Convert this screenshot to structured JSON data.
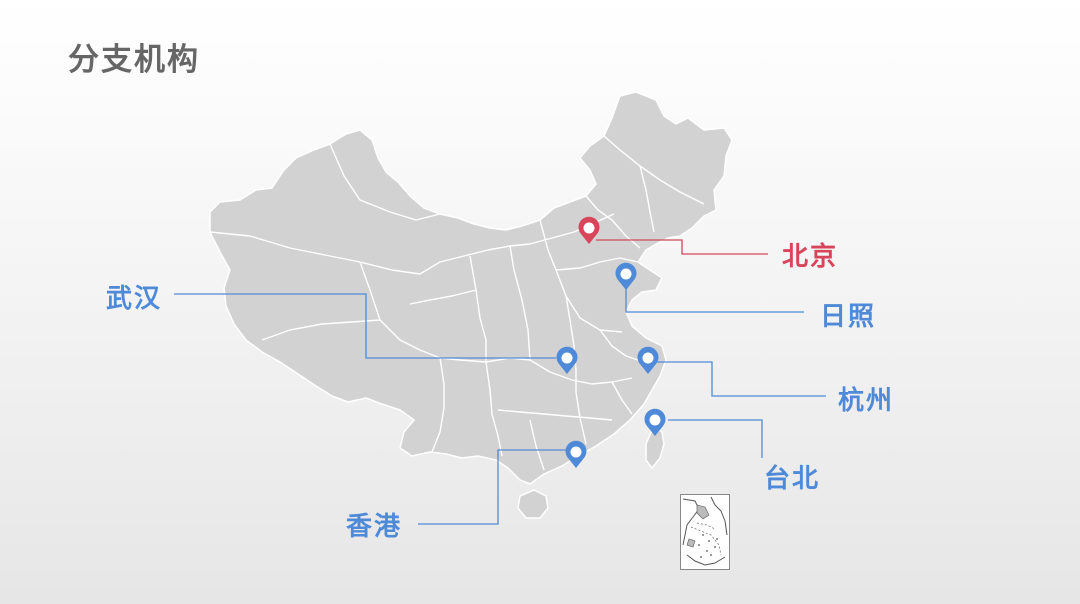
{
  "page": {
    "title": "分支机构"
  },
  "colors": {
    "highlight": "#d7455b",
    "branch": "#4f8ad9",
    "map_fill": "#d2d2d2",
    "map_border": "#ffffff",
    "title": "#666666"
  },
  "offices": [
    {
      "key": "beijing",
      "name": "北京",
      "color": "#d7455b"
    },
    {
      "key": "rizhao",
      "name": "日照",
      "color": "#4f8ad9"
    },
    {
      "key": "hangzhou",
      "name": "杭州",
      "color": "#4f8ad9"
    },
    {
      "key": "taibei",
      "name": "台北",
      "color": "#4f8ad9"
    },
    {
      "key": "wuhan",
      "name": "武汉",
      "color": "#4f8ad9"
    },
    {
      "key": "hongkong",
      "name": "香港",
      "color": "#4f8ad9"
    }
  ],
  "map": {
    "icon": "china-map",
    "inset_icon": "south-china-sea-inset-map"
  }
}
